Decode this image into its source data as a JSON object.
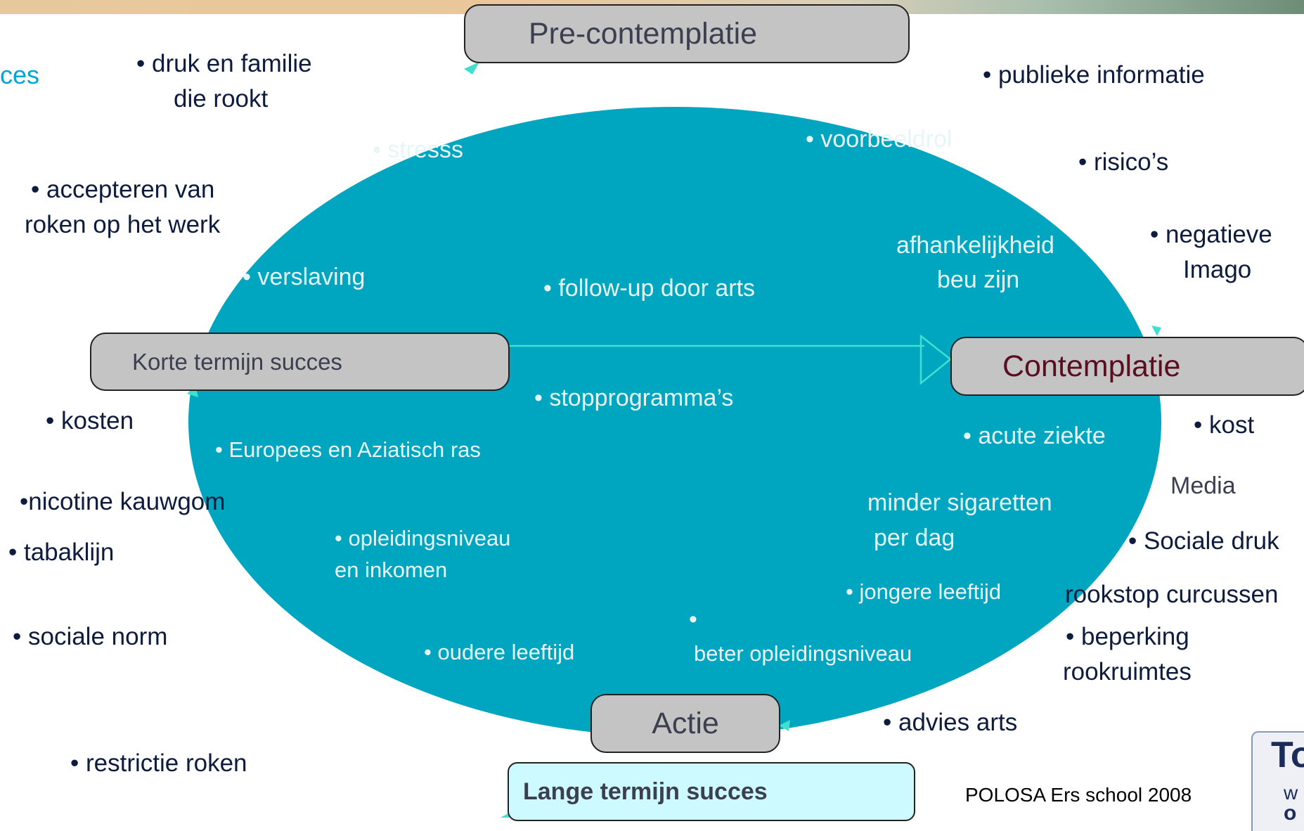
{
  "top_left_fragment": "ces",
  "stages": {
    "pre_contemplatie": "Pre-contemplatie",
    "contemplatie": "Contemplatie",
    "actie": "Actie",
    "korte_termijn": "Korte termijn succes",
    "lange_termijn": "Lange termijn succes"
  },
  "outside_labels": {
    "druk_familie_1": "• druk en familie",
    "druk_familie_2": "die rookt",
    "accepteren_1": "• accepteren van",
    "accepteren_2": "roken op het werk",
    "kosten": "• kosten",
    "nicotine": "•nicotine kauwgom",
    "tabaklijn": "• tabaklijn",
    "sociale_norm": "• sociale norm",
    "restrictie": "• restrictie roken",
    "publieke": "• publieke informatie",
    "risicos": "• risico’s",
    "negatieve_1": "• negatieve",
    "negatieve_2": "Imago",
    "kost": "• kost",
    "media": "Media",
    "sociale_druk": "• Sociale druk",
    "rookstop": "rookstop curcussen",
    "beperking_1": "• beperking",
    "beperking_2": "rookruimtes",
    "advies": "• advies arts",
    "source": "POLOSA Ers school 2008"
  },
  "inside_labels": {
    "stresss": "• stresss",
    "voorbeeldrol": "• voorbeeldrol",
    "afhankelijkheid_1": "afhankelijkheid",
    "afhankelijkheid_2": "beu zijn",
    "verslaving": "• verslaving",
    "follow_up": "• follow-up door arts",
    "stopprogrammas": "• stopprogramma’s",
    "acute": "• acute ziekte",
    "europees": "• Europees en Aziatisch ras",
    "minder_1": "minder sigaretten",
    "minder_2": "per dag",
    "opleiding_1": "• opleidingsniveau",
    "opleiding_2": "en inkomen",
    "jongere": "• jongere leeftijd",
    "bullet": "•",
    "beter": "beter opleidingsniveau",
    "oudere": "• oudere leeftijd"
  },
  "logo": {
    "letters": "To",
    "line1": "w",
    "line2": "o"
  },
  "colors": {
    "circle": "#00a5bf",
    "arrow": "#40e0d0",
    "stage_box": "#c4c4c4",
    "lange_box": "#ccfaff",
    "outside_text": "#0d1b3d",
    "inside_text": "#e6f6f8",
    "contemplatie_text": "#5a0f20",
    "fragment_text": "#00a5d5"
  }
}
